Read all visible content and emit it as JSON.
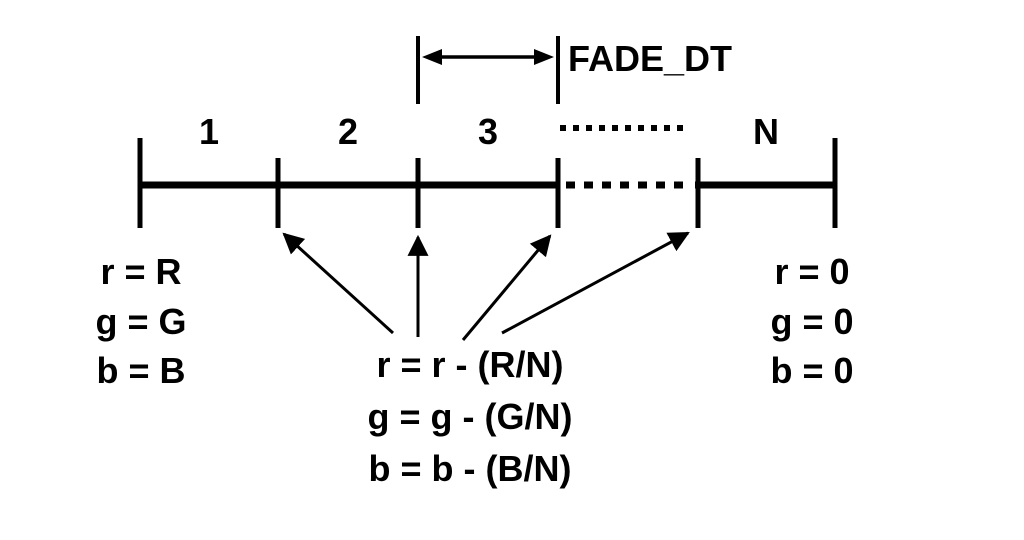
{
  "diagram": {
    "fade_dt_label": "FADE_DT",
    "segments": [
      "1",
      "2",
      "3",
      "N"
    ],
    "initial_values": [
      "r = R",
      "g = G",
      "b = B"
    ],
    "final_values": [
      "r = 0",
      "g = 0",
      "b = 0"
    ],
    "step_formulas": [
      "r = r - (R/N)",
      "g = g - (G/N)",
      "b = b - (B/N)"
    ],
    "colors": {
      "ink": "#000000",
      "paper": "#ffffff"
    }
  }
}
